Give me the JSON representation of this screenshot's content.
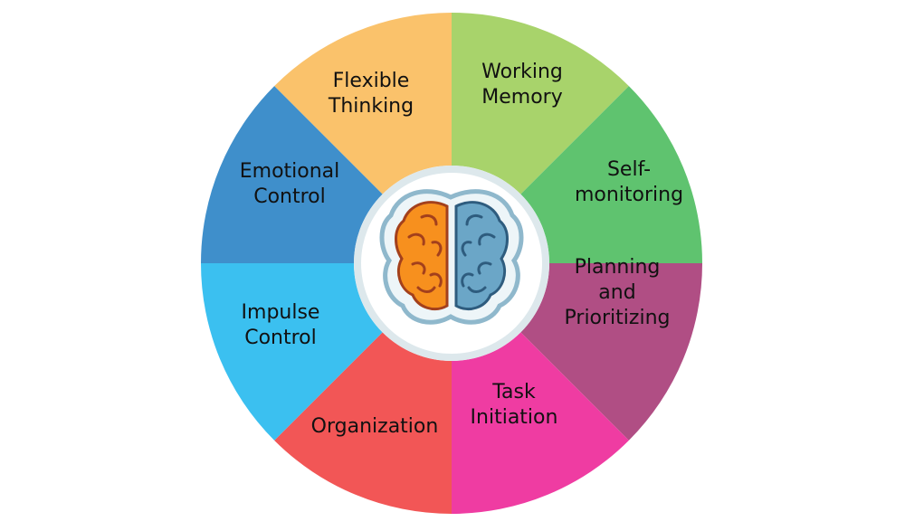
{
  "segments": [
    {
      "id": "flexible-thinking",
      "lines": [
        "Flexible",
        "Thinking"
      ],
      "color": "#FAC26B"
    },
    {
      "id": "working-memory",
      "lines": [
        "Working",
        "Memory"
      ],
      "color": "#A8D36B"
    },
    {
      "id": "self-monitoring",
      "lines": [
        "Self-",
        "monitoring"
      ],
      "color": "#5FC36F"
    },
    {
      "id": "planning-and-prioritizing",
      "lines": [
        "Planning",
        "and",
        "Prioritizing"
      ],
      "color": "#B04E84"
    },
    {
      "id": "task-initiation",
      "lines": [
        "Task",
        "Initiation"
      ],
      "color": "#EF3CA2"
    },
    {
      "id": "organization",
      "lines": [
        "Organization"
      ],
      "color": "#F25656"
    },
    {
      "id": "impulse-control",
      "lines": [
        "Impulse",
        "Control"
      ],
      "color": "#3BC0F0"
    },
    {
      "id": "emotional-control",
      "lines": [
        "Emotional",
        "Control"
      ],
      "color": "#3F8FCB"
    }
  ],
  "center": {
    "ring_color": "#DDE8EC",
    "brain": {
      "left_fill": "#F7901E",
      "left_stroke": "#A3401C",
      "right_fill": "#6BA6C7",
      "right_stroke": "#2E5C7E",
      "outline": "#8FB8CC"
    }
  }
}
